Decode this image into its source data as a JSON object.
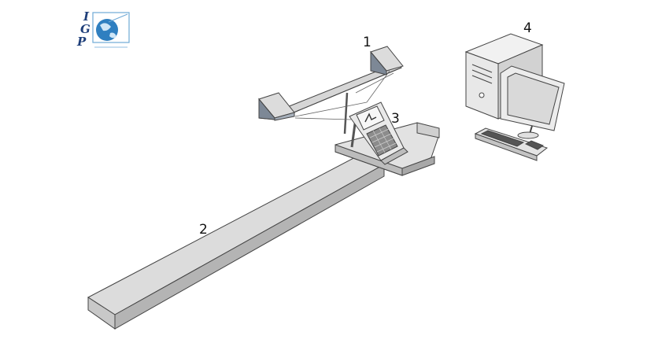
{
  "logo": {
    "letters": [
      "I",
      "G",
      "P"
    ],
    "colors": {
      "letters": "#1f3f7a",
      "globe": "#2f7fc0",
      "frame": "#6ea9d6"
    }
  },
  "callouts": [
    "1",
    "2",
    "3",
    "4"
  ],
  "colors": {
    "ground": "#dcdcdc",
    "ground_side": "#b4b4b4",
    "outline": "#444444",
    "sensor_dark": "#7d8896",
    "sensor_light": "#d9d9d9",
    "pc_case": "#e8e8e8",
    "screen": "#d9d9d9",
    "keyboard": "#555555"
  }
}
